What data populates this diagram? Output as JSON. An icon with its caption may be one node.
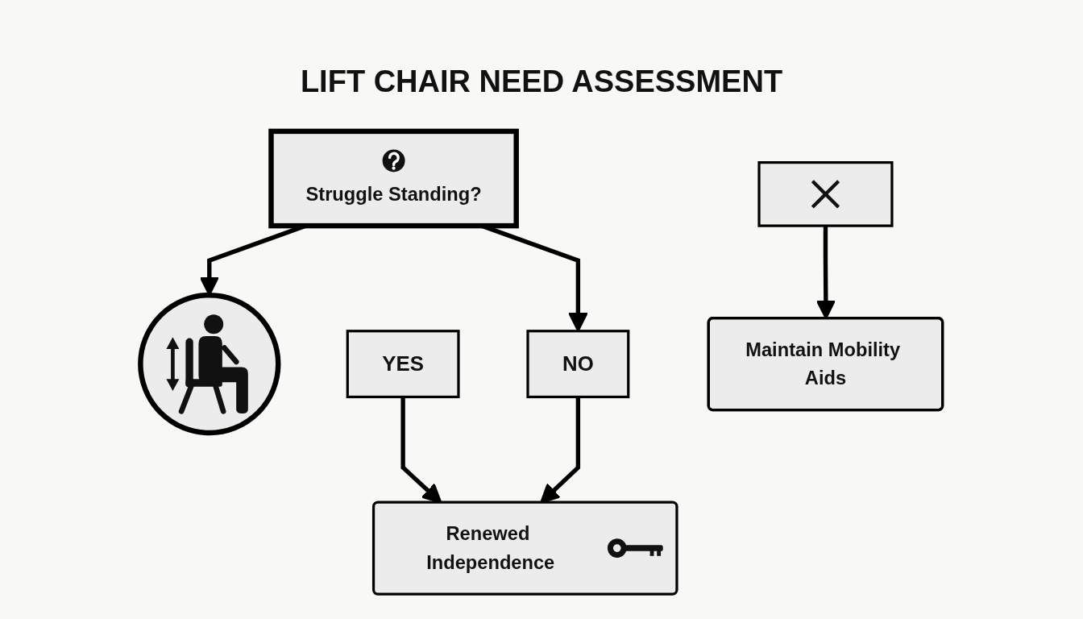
{
  "diagram": {
    "title": "LIFT CHAIR NEED ASSESSMENT",
    "nodes": [
      {
        "text": [
          "Struggle Standing?"
        ]
      },
      {
        "text": [],
        "shape": "circle"
      },
      {
        "text": [
          "YES"
        ]
      },
      {
        "text": [
          "NO"
        ]
      },
      {
        "text": [
          "Renewed Independence"
        ]
      },
      {
        "text": [],
        "shape": "box"
      },
      {
        "text": [
          "Maintain Mobility Aids"
        ]
      }
    ],
    "edges": [
      {
        "from": 0,
        "to": 1,
        "arrow": "to"
      },
      {
        "from": 0,
        "to": 3,
        "arrow": "to"
      },
      {
        "from": 2,
        "to": 4,
        "arrow": "to"
      },
      {
        "from": 3,
        "to": 4,
        "arrow": "to"
      },
      {
        "from": 5,
        "to": 6,
        "arrow": "to"
      }
    ]
  }
}
